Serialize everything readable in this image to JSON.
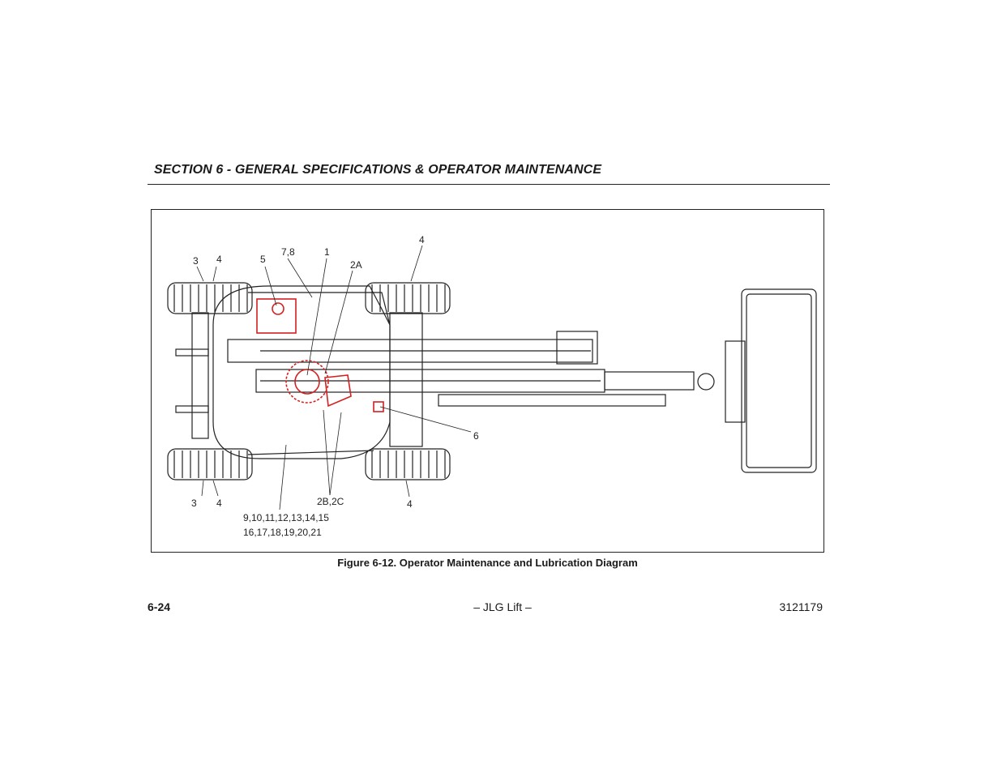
{
  "header": {
    "section_title": "SECTION 6 - GENERAL SPECIFICATIONS & OPERATOR MAINTENANCE"
  },
  "figure": {
    "caption": "Figure 6-12. Operator Maintenance and Lubrication Diagram",
    "callouts": {
      "c3_top": "3",
      "c4_top_left": "4",
      "c5": "5",
      "c78": "7,8",
      "c1": "1",
      "c2a": "2A",
      "c4_top_right": "4",
      "c6": "6",
      "c3_bottom": "3",
      "c4_bottom_left": "4",
      "c2b2c": "2B,2C",
      "c4_bottom_right": "4",
      "c9_line1": "9,10,11,12,13,14,15",
      "c9_line2": "16,17,18,19,20,21"
    },
    "highlight_color": "#d42020"
  },
  "footer": {
    "page_number": "6-24",
    "center": "– JLG Lift –",
    "doc_number": "3121179"
  }
}
